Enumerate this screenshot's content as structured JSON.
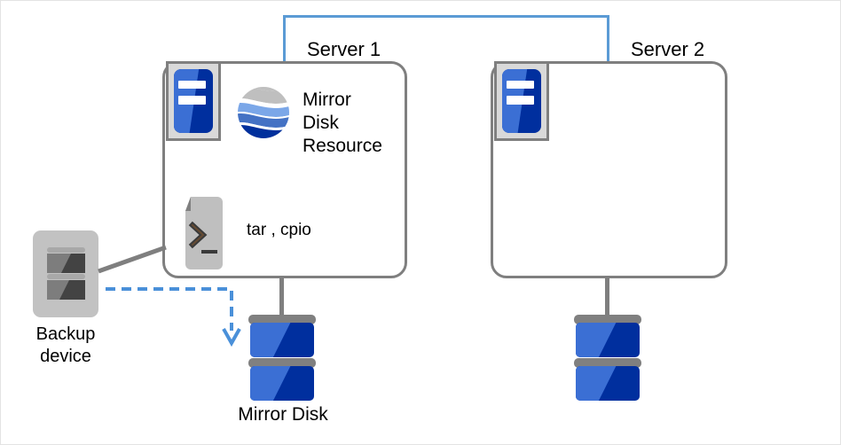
{
  "diagram": {
    "title": "Mirror disk backup configuration",
    "colors": {
      "interconnect": "#5b9bd5",
      "server_outline": "#7f7f7f",
      "disk_dark_blue": "#002f9e",
      "disk_light_blue": "#3b6fd4",
      "icon_gray": "#d9d9d9",
      "backup_gray": "#c0c0c0",
      "dashed_arrow": "#4a90d9",
      "text": "#000000"
    },
    "servers": [
      {
        "label": "Server 1",
        "machine_icon": "server-icon",
        "contents": [
          {
            "icon": "mirror-disk-resource-icon",
            "label": "Mirror\nDisk\nResource",
            "lines": [
              "Mirror",
              "Disk",
              "Resource"
            ]
          },
          {
            "icon": "script-terminal-icon",
            "label": "tar , cpio"
          }
        ],
        "disk": {
          "label": "Mirror Disk",
          "icon": "disk-stack-icon"
        }
      },
      {
        "label": "Server 2",
        "machine_icon": "server-icon",
        "contents": [],
        "disk": {
          "label": "",
          "icon": "disk-stack-icon"
        }
      }
    ],
    "backup_device": {
      "label_lines": [
        "Backup",
        "device"
      ],
      "label": "Backup device",
      "icon": "backup-device-icon"
    },
    "connections": [
      {
        "name": "interconnect",
        "style": "solid",
        "color": "#5b9bd5",
        "from": "Server 1",
        "to": "Server 2"
      },
      {
        "name": "backup-link",
        "style": "solid",
        "color": "#7f7f7f",
        "from": "Backup device",
        "to": "Server 1"
      },
      {
        "name": "backup-dataflow",
        "style": "dashed-arrow",
        "color": "#4a90d9",
        "from": "Backup device",
        "to": "Mirror Disk"
      },
      {
        "name": "server1-disk-stem",
        "style": "solid",
        "color": "#7f7f7f",
        "from": "Server 1",
        "to": "Mirror Disk"
      },
      {
        "name": "server2-disk-stem",
        "style": "solid",
        "color": "#7f7f7f",
        "from": "Server 2",
        "to": "Mirror Disk"
      }
    ]
  },
  "labels": {
    "server1": "Server 1",
    "server2": "Server 2",
    "mirror_disk_resource_line1": "Mirror",
    "mirror_disk_resource_line2": "Disk",
    "mirror_disk_resource_line3": "Resource",
    "script_tools": "tar , cpio",
    "backup_line1": "Backup",
    "backup_line2": "device",
    "mirror_disk": "Mirror Disk"
  }
}
